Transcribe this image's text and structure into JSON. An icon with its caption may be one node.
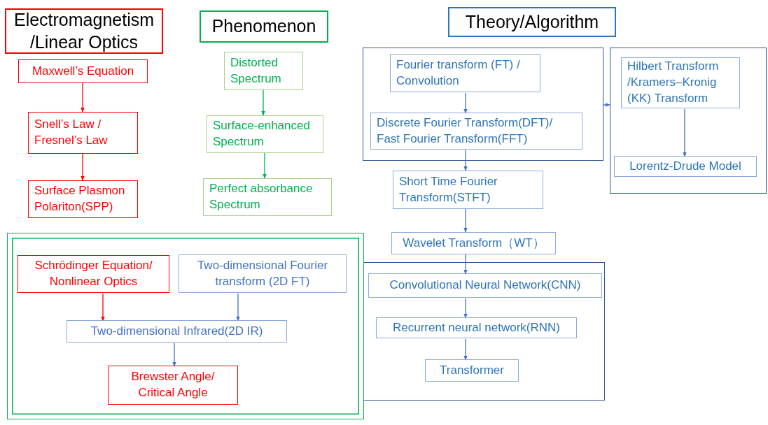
{
  "diagram": {
    "nodes": [
      {
        "text": [
          "Electromagnetism /Linear Optics"
        ]
      },
      {
        "text": [
          "Phenomenon"
        ]
      },
      {
        "text": [
          "Theory/Algorithm"
        ]
      },
      {
        "text": [
          "Maxwell’s Equation"
        ]
      },
      {
        "text": [
          "Snell’s Law / Fresnel’s Law"
        ]
      },
      {
        "text": [
          "Surface Plasmon Polariton(SPP)"
        ]
      },
      {
        "text": [
          "Distorted Spectrum"
        ]
      },
      {
        "text": [
          "Surface-enhanced Spectrum"
        ]
      },
      {
        "text": [
          "Perfect absorbance Spectrum"
        ]
      },
      {
        "text": [],
        "shape": "box"
      },
      {
        "text": [
          "Fourier transform (FT) / Convolution"
        ],
        "in": 9
      },
      {
        "text": [
          "Discrete Fourier Transform(DFT)/ Fast Fourier Transform(FFT)"
        ],
        "in": 9
      },
      {
        "text": [],
        "shape": "box"
      },
      {
        "text": [
          "Hilbert Transform /Kramers–Kronig (KK) Transform"
        ],
        "in": 12
      },
      {
        "text": [
          "Lorentz-Drude Model"
        ],
        "in": 12
      },
      {
        "text": [
          "Short Time Fourier Transform(STFT)"
        ]
      },
      {
        "text": [
          "Wavelet Transform（WT）"
        ]
      },
      {
        "text": [],
        "shape": "box"
      },
      {
        "text": [
          "Convolutional Neural Network(CNN)"
        ],
        "in": 17
      },
      {
        "text": [
          "Recurrent neural network(RNN)"
        ],
        "in": 17
      },
      {
        "text": [
          "Transformer"
        ],
        "in": 17
      },
      {
        "text": [],
        "shape": "box"
      },
      {
        "text": [
          "Schrödinger Equation/ Nonlinear Optics"
        ],
        "in": 21
      },
      {
        "text": [
          "Two-dimensional Fourier transform (2D FT)"
        ],
        "in": 21
      },
      {
        "text": [
          "Two-dimensional Infrared(2D IR)"
        ],
        "in": 21
      },
      {
        "text": [
          "Brewster Angle/ Critical Angle"
        ],
        "in": 21
      }
    ],
    "edges": [
      {
        "from": 3,
        "to": 4,
        "arrow": "to",
        "color": "#ff0000"
      },
      {
        "from": 4,
        "to": 5,
        "arrow": "to",
        "color": "#ff0000"
      },
      {
        "from": 6,
        "to": 7,
        "arrow": "to",
        "color": "#00b050"
      },
      {
        "from": 7,
        "to": 8,
        "arrow": "to",
        "color": "#00b050"
      },
      {
        "from": 10,
        "to": 11,
        "arrow": "to"
      },
      {
        "from": 9,
        "to": 12,
        "arrow": "to"
      },
      {
        "from": 13,
        "to": 14,
        "arrow": "to"
      },
      {
        "from": 11,
        "to": 15,
        "arrow": "to"
      },
      {
        "from": 15,
        "to": 16,
        "arrow": "to"
      },
      {
        "from": 16,
        "to": 18,
        "arrow": "to"
      },
      {
        "from": 18,
        "to": 19,
        "arrow": "to"
      },
      {
        "from": 19,
        "to": 20,
        "arrow": "to"
      },
      {
        "from": 22,
        "to": 24,
        "arrow": "to",
        "color": "#ff0000"
      },
      {
        "from": 23,
        "to": 24,
        "arrow": "to"
      },
      {
        "from": 24,
        "to": 25,
        "arrow": "to"
      }
    ]
  }
}
